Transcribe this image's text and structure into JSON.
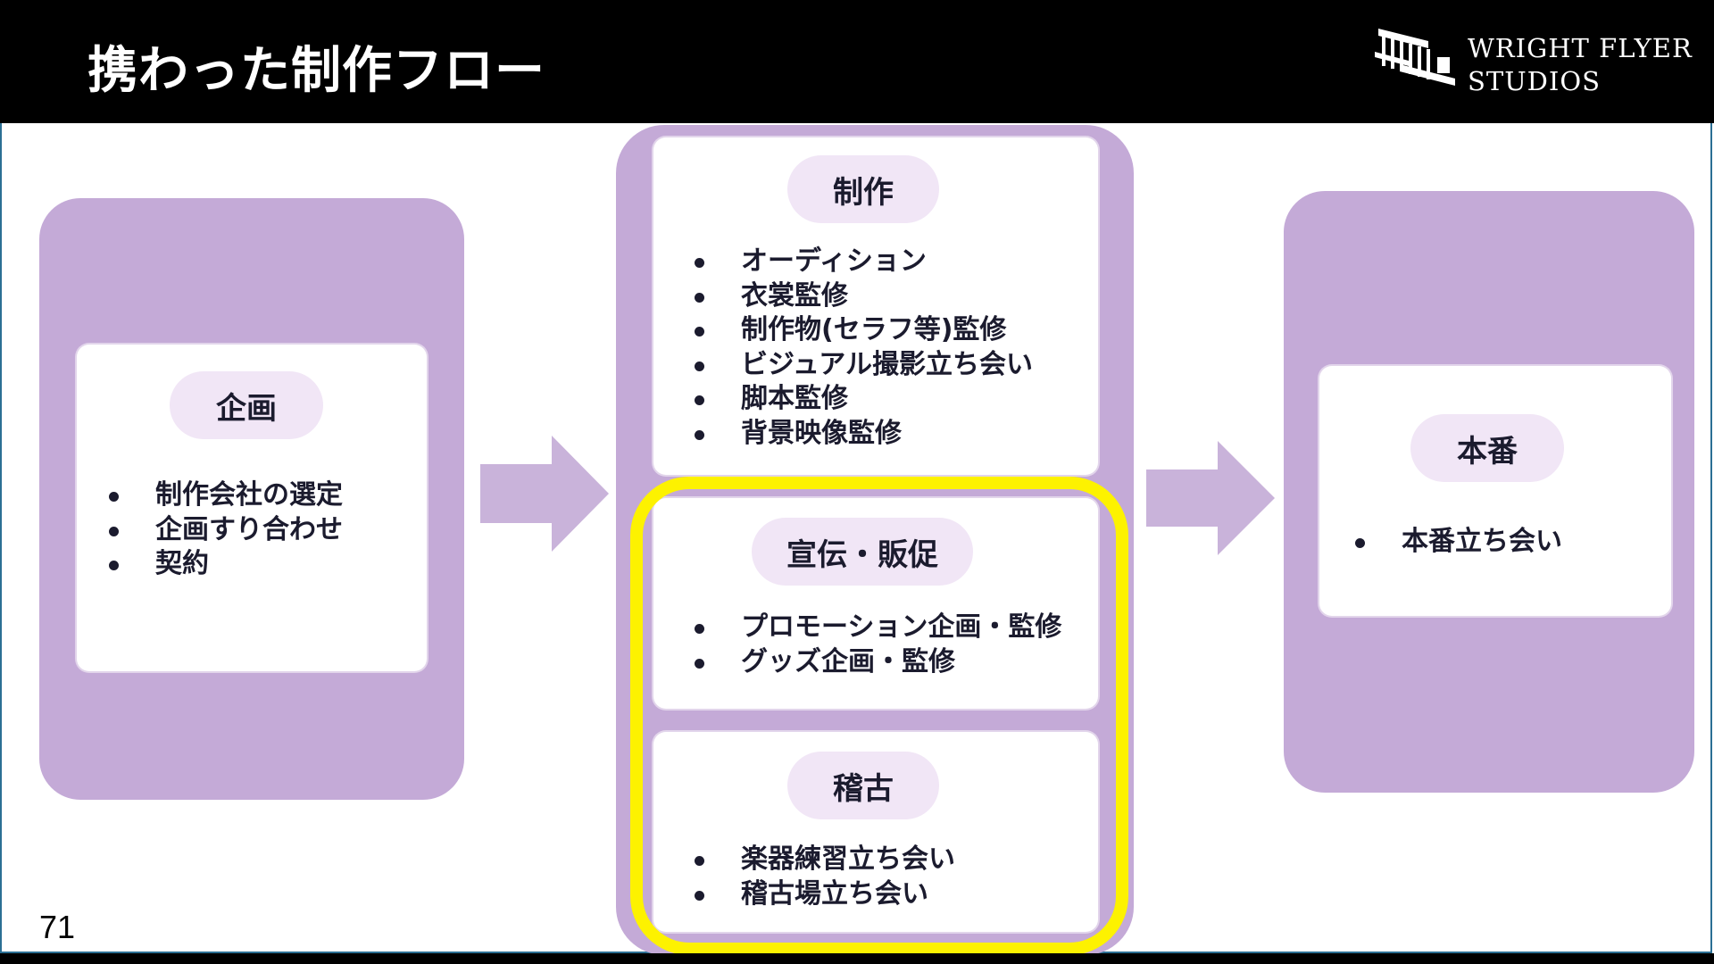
{
  "header": {
    "title": "携わった制作フロー",
    "logo": {
      "line1": "WRIGHT FLYER",
      "line2": "STUDIOS"
    }
  },
  "stages": {
    "planning": {
      "label": "企画",
      "items": [
        "制作会社の選定",
        "企画すり合わせ",
        "契約"
      ]
    },
    "production": {
      "label": "制作",
      "items": [
        "オーディション",
        "衣裳監修",
        "制作物(セラフ等)監修",
        "ビジュアル撮影立ち会い",
        "脚本監修",
        "背景映像監修"
      ]
    },
    "promotion": {
      "label": "宣伝・販促",
      "items": [
        "プロモーション企画・監修",
        "グッズ企画・監修"
      ]
    },
    "rehearsal": {
      "label": "稽古",
      "items": [
        "楽器練習立ち会い",
        "稽古場立ち会い"
      ]
    },
    "performance": {
      "label": "本番",
      "items": [
        "本番立ち会い"
      ]
    }
  },
  "page_number": "71",
  "colors": {
    "stage_fill": "#c4aad7",
    "pill_fill": "#f1e6f6",
    "arrow_fill": "#c9b3da",
    "highlight": "#fdf200",
    "header_bg": "#000000"
  }
}
